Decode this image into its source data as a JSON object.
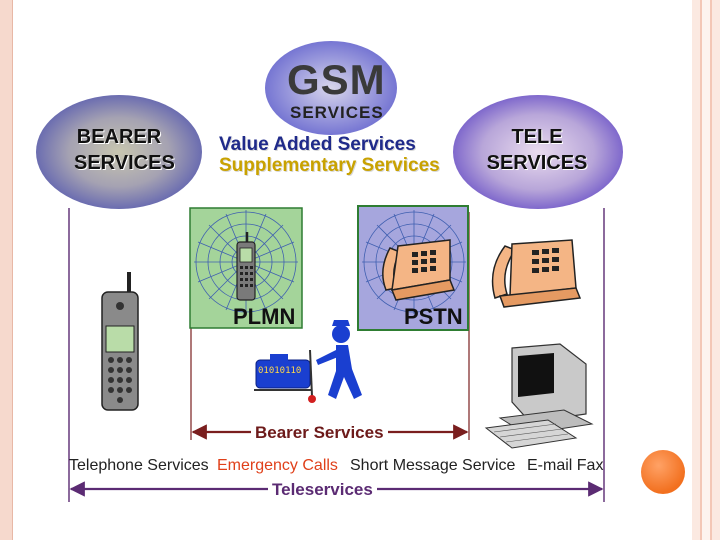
{
  "gsm": {
    "title": "GSM",
    "subtitle": "SERVICES"
  },
  "ovals": {
    "bearer": [
      "BEARER",
      "SERVICES"
    ],
    "tele": [
      "TELE",
      "SERVICES"
    ]
  },
  "center_labels": {
    "value_added": "Value Added Services",
    "supplementary": "Supplementary Services"
  },
  "boxes": {
    "plmn": "PLMN",
    "pstn": "PSTN"
  },
  "cart_text": "01010110",
  "services_row": {
    "telephone": "Telephone Services",
    "emergency": "Emergency Calls",
    "sms": "Short Message Service",
    "email_fax": "E-mail Fax"
  },
  "spans": {
    "bearer": "Bearer Services",
    "tele": "Teleservices"
  },
  "colors": {
    "bearer_arrow": "#7a1e1e",
    "tele_arrow": "#5b2b73",
    "plmn_box": "#a4d49a",
    "pstn_box": "#a6a6dd",
    "emergency_text": "#e0401a"
  }
}
